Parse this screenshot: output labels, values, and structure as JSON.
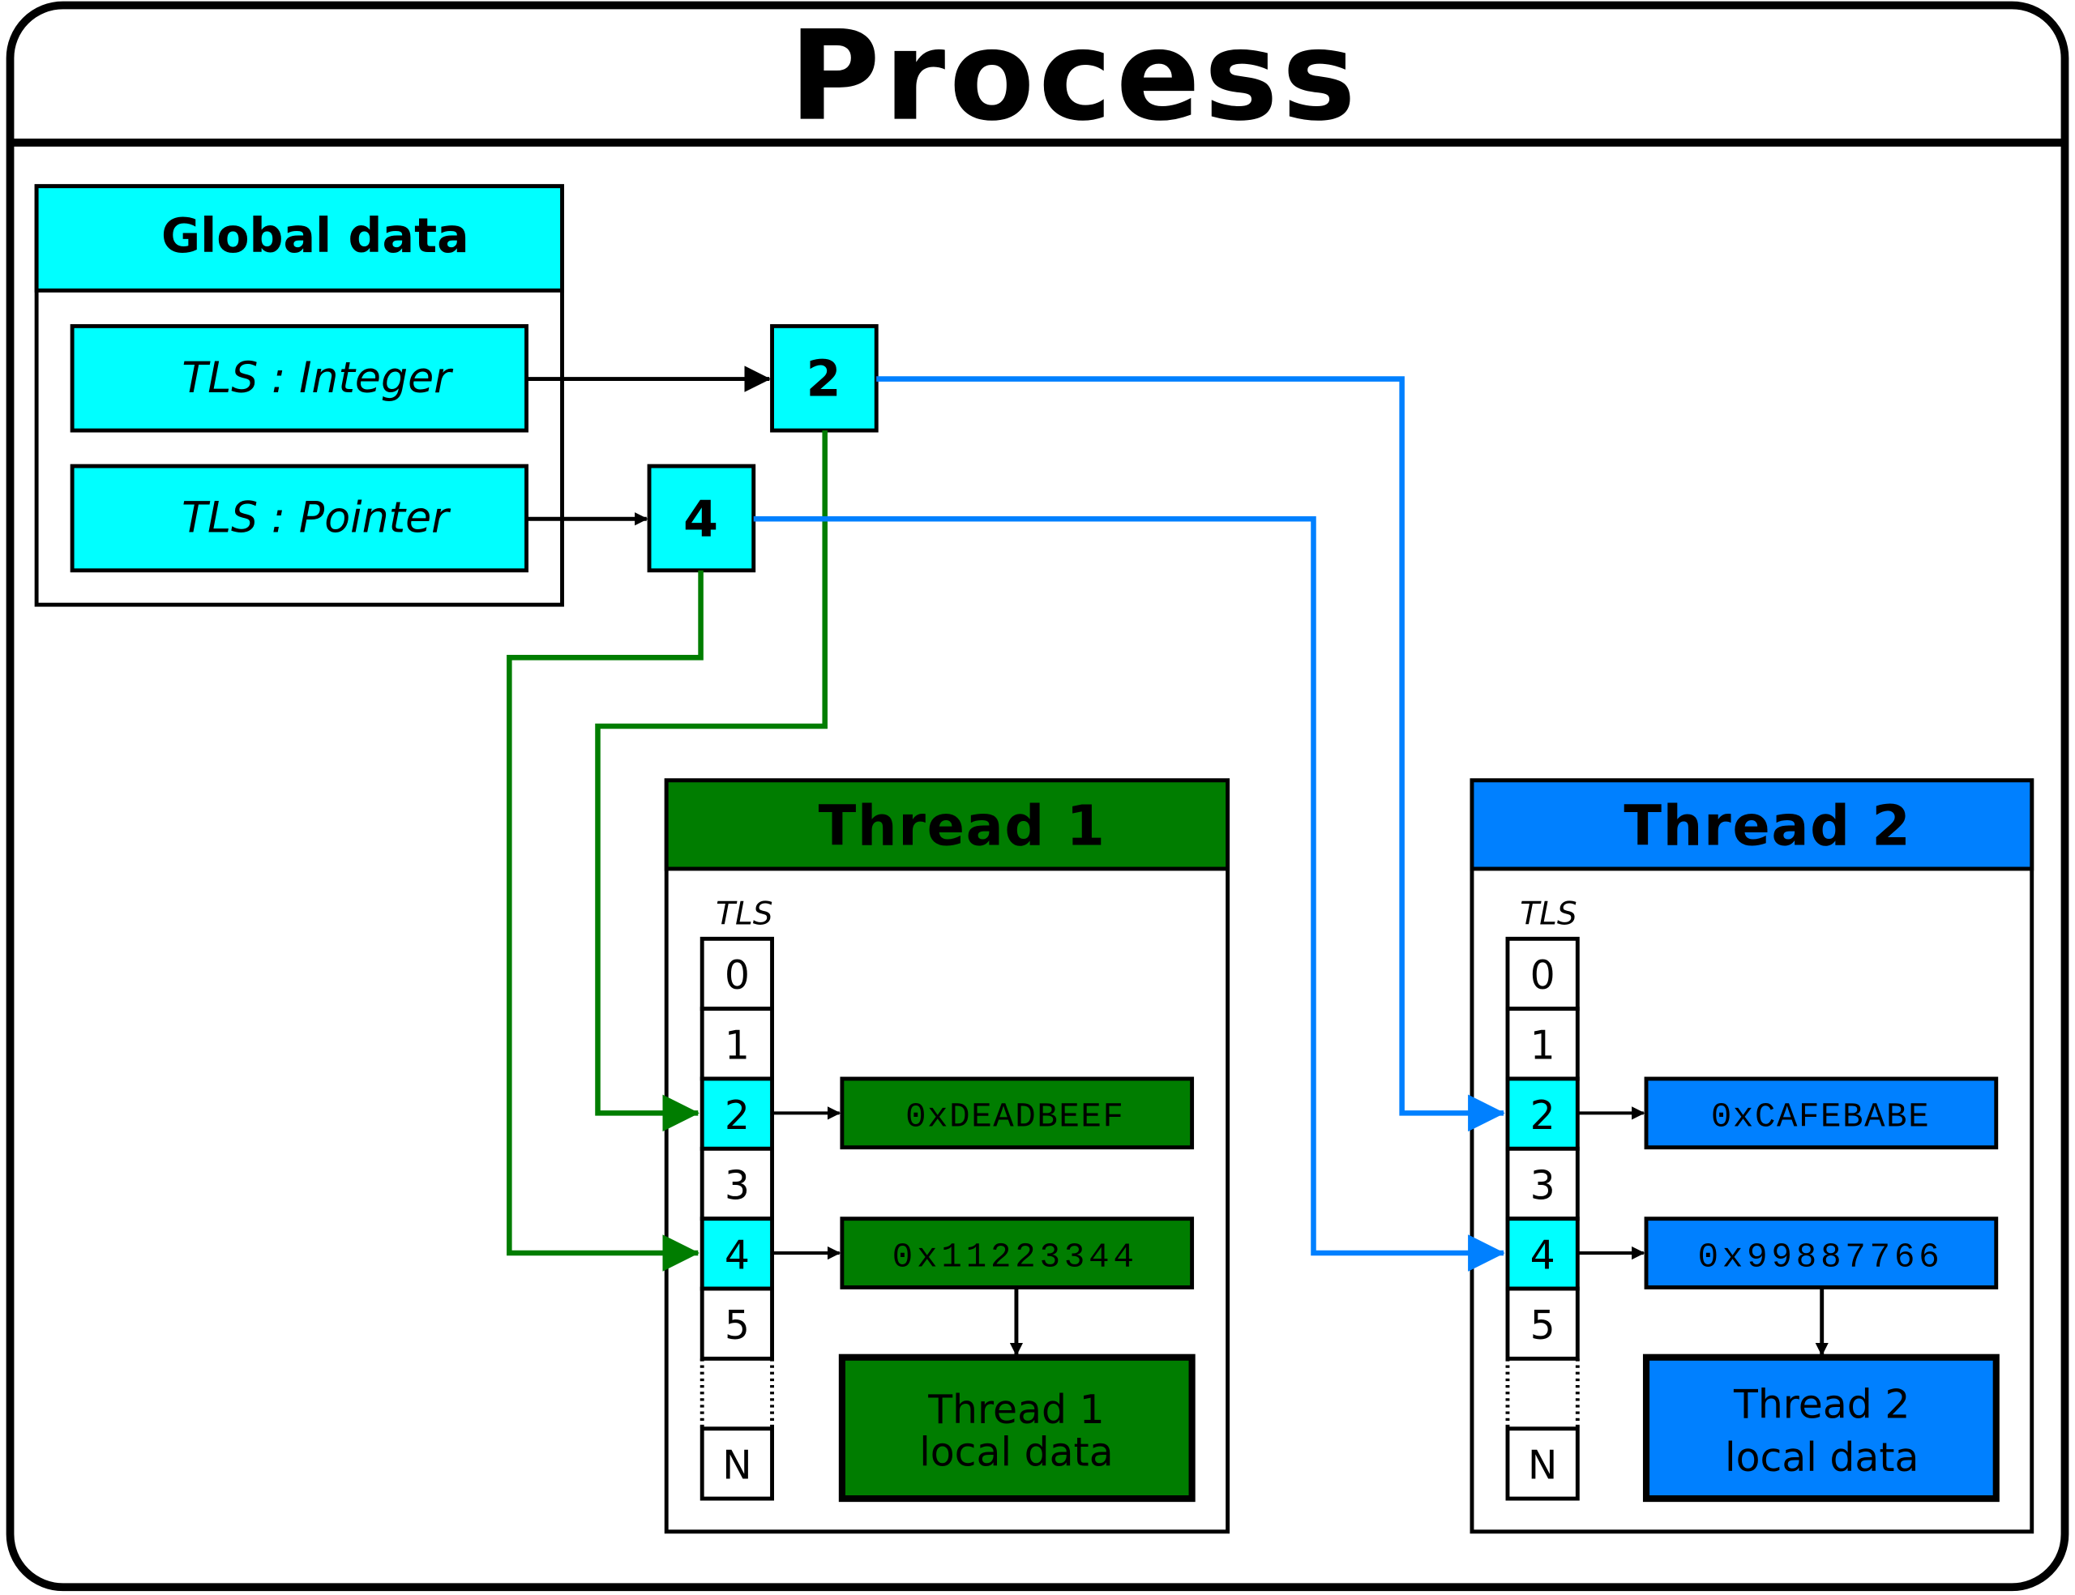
{
  "process": {
    "title": "Process"
  },
  "global_data": {
    "title": "Global data",
    "items": [
      {
        "label": "TLS : Integer",
        "index": "2"
      },
      {
        "label": "TLS : Pointer",
        "index": "4"
      }
    ]
  },
  "threads": [
    {
      "title": "Thread 1",
      "tls_label": "TLS",
      "slots": [
        "0",
        "1",
        "2",
        "3",
        "4",
        "5",
        "N"
      ],
      "values": [
        "0xDEADBEEF",
        "0x11223344"
      ],
      "local_data": [
        "Thread 1",
        "local data"
      ]
    },
    {
      "title": "Thread 2",
      "tls_label": "TLS",
      "slots": [
        "0",
        "1",
        "2",
        "3",
        "4",
        "5",
        "N"
      ],
      "values": [
        "0xCAFEBABE",
        "0x99887766"
      ],
      "local_data": [
        "Thread 2",
        "local data"
      ]
    }
  ],
  "colors": {
    "cyan": "#00ffff",
    "thread1": "#007d00",
    "thread2": "#0080ff",
    "line": "#000000"
  }
}
